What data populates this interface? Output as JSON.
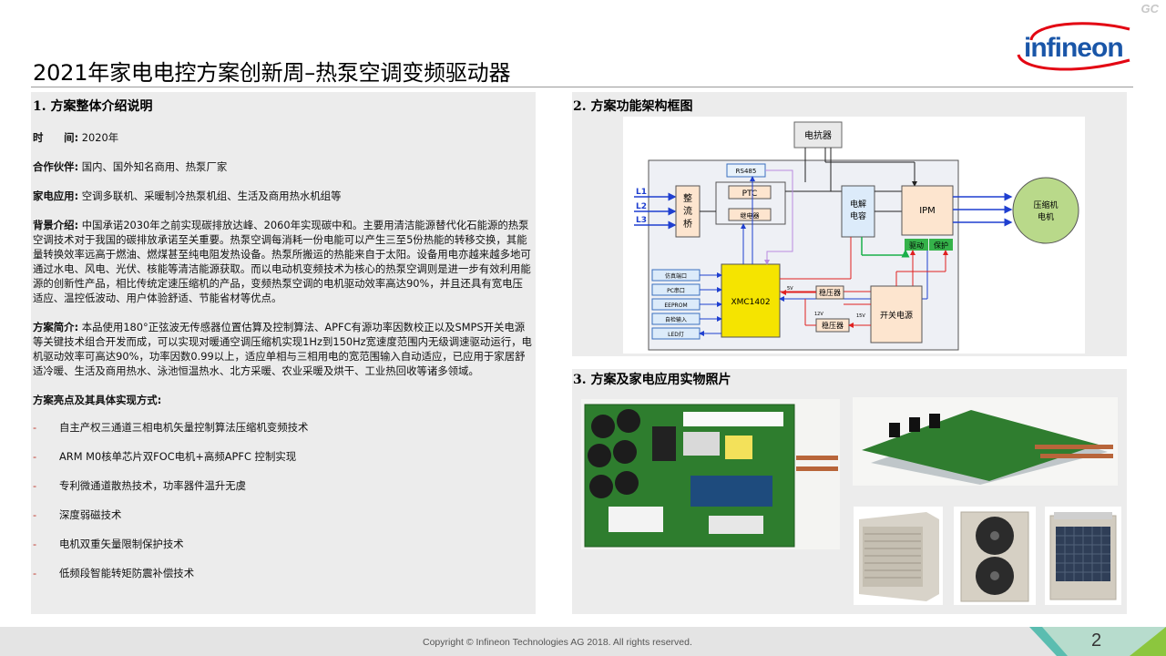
{
  "corner_mark": "GC",
  "logo": {
    "text": "infineon",
    "color": "#1a56a8",
    "swoosh_color": "#e30613"
  },
  "title": "2021年家电电控方案创新周–热泵空调变频驱动器",
  "left": {
    "heading": "1. 方案整体介绍说明",
    "time_label": "时　　间:",
    "time_value": "2020年",
    "partner_label": "合作伙伴:",
    "partner_value": "国内、国外知名商用、热泵厂家",
    "app_label": "家电应用:",
    "app_value": "空调多联机、采暖制冷热泵机组、生活及商用热水机组等",
    "bg_label": "背景介绍:",
    "bg_value": "中国承诺2030年之前实现碳排放达峰、2060年实现碳中和。主要用清洁能源替代化石能源的热泵空调技术对于我国的碳排放承诺至关重要。热泵空调每消耗一份电能可以产生三至5份热能的转移交换，其能量转换效率远高于燃油、燃煤甚至纯电阻发热设备。热泵所搬运的热能来自于太阳。设备用电亦越来越多地可通过水电、风电、光伏、核能等清洁能源获取。而以电动机变频技术为核心的热泵空调则是进一步有效利用能源的创新性产品，相比传统定速压缩机的产品，变频热泵空调的电机驱动效率高达90%，并且还具有宽电压适应、温控低波动、用户体验舒适、节能省材等优点。",
    "summary_label": "方案简介:",
    "summary_value": "本品使用180°正弦波无传感器位置估算及控制算法、APFC有源功率因数校正以及SMPS开关电源等关键技术组合开发而成，可以实现对暖通空调压缩机实现1Hz到150Hz宽速度范围内无级调速驱动运行，电机驱动效率可高达90%，功率因数0.99以上，适应单相与三相用电的宽范围输入自动适应，已应用于家居舒适冷暖、生活及商用热水、泳池恒温热水、北方采暖、农业采暖及烘干、工业热回收等诸多领域。",
    "highlights_title": "方案亮点及其具体实现方式:",
    "highlights": [
      "自主产权三通道三相电机矢量控制算法压缩机变频技术",
      "ARM M0核单芯片双FOC电机+高频APFC  控制实现",
      "专利微通道散热技术，功率器件温升无虞",
      "深度弱磁技术",
      "电机双重矢量限制保护技术",
      "低频段智能转矩防震补偿技术"
    ]
  },
  "right_top": {
    "heading": "2. 方案功能架构框图",
    "diagram": {
      "reactor": "电抗器",
      "rs485": "RS485",
      "ptc": "PTC",
      "relay": "继电器",
      "rectifier": [
        "整",
        "流",
        "桥"
      ],
      "cap": [
        "电解",
        "电容"
      ],
      "ipm": "IPM",
      "drive": "驱动",
      "protect": "保护",
      "compressor": [
        "压缩机",
        "电机"
      ],
      "inputs": [
        "L1",
        "L2",
        "L3"
      ],
      "mcu": "XMC1402",
      "left_items": [
        "仿真端口",
        "PC串口",
        "EEPROM",
        "自检输入",
        "LED灯"
      ],
      "reg1": "稳压器",
      "reg2": "稳压器",
      "smps": "开关电源",
      "v5": "5V",
      "v12": "12V",
      "v15": "15V"
    }
  },
  "right_bottom": {
    "heading": "3. 方案及家电应用实物照片"
  },
  "footer": {
    "copyright": "Copyright © Infineon Technologies AG 2018. All rights reserved.",
    "page": "2"
  }
}
